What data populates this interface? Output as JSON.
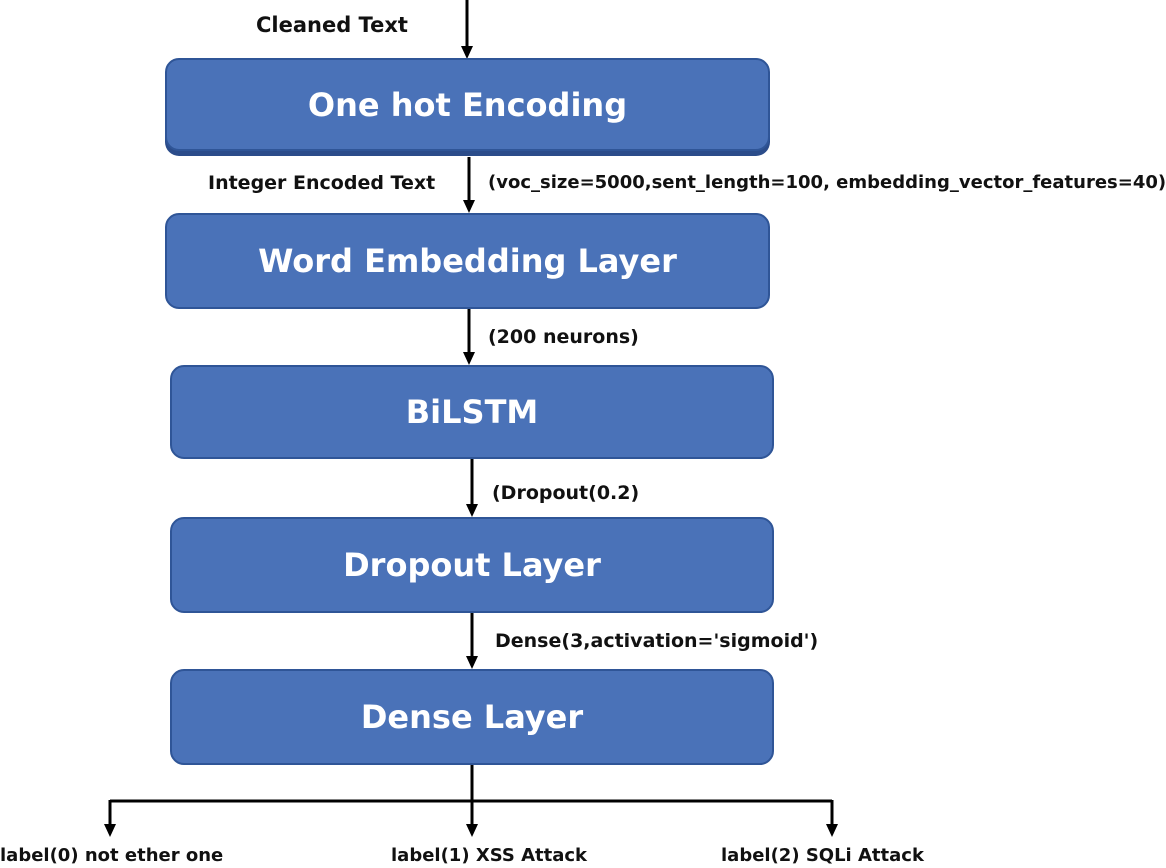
{
  "diagram": {
    "input_label": "Cleaned Text",
    "nodes": [
      {
        "id": "one_hot",
        "label": "One hot Encoding"
      },
      {
        "id": "embedding",
        "label": "Word Embedding Layer"
      },
      {
        "id": "bilstm",
        "label": "BiLSTM"
      },
      {
        "id": "dropout",
        "label": "Dropout Layer"
      },
      {
        "id": "dense",
        "label": "Dense Layer"
      }
    ],
    "edges": [
      {
        "from": "one_hot",
        "to": "embedding",
        "left_label": "Integer Encoded Text",
        "right_label": "(voc_size=5000,sent_length=100, embedding_vector_features=40)"
      },
      {
        "from": "embedding",
        "to": "bilstm",
        "right_label": "(200 neurons)"
      },
      {
        "from": "bilstm",
        "to": "dropout",
        "right_label": "(Dropout(0.2)"
      },
      {
        "from": "dropout",
        "to": "dense",
        "right_label": "Dense(3,activation='sigmoid')"
      }
    ],
    "outputs": [
      {
        "label": "label(0) not ether one"
      },
      {
        "label": "label(1) XSS Attack"
      },
      {
        "label": "label(2) SQLi Attack"
      }
    ]
  },
  "colors": {
    "box_fill": "#4a72b8",
    "box_border": "#2f5597",
    "box_text": "#ffffff",
    "line": "#000000"
  }
}
